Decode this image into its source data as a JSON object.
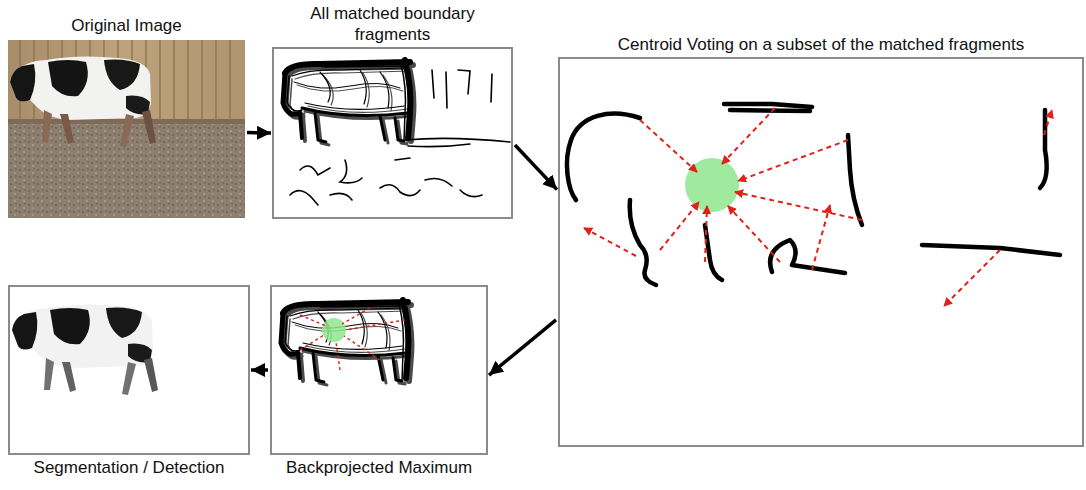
{
  "diagram": {
    "nodes": [
      {
        "text": [
          "Original Image"
        ]
      },
      {
        "text": [
          "All matched boundary fragments"
        ]
      },
      {
        "text": [
          "Centroid Voting on a subset of the matched fragments"
        ]
      },
      {
        "text": [
          "Segmentation / Detection"
        ]
      },
      {
        "text": [
          "Backprojected Maximum"
        ]
      }
    ],
    "edges": [
      {
        "from": 0,
        "to": 1,
        "arrow": "to"
      },
      {
        "from": 1,
        "to": 2,
        "arrow": "to"
      },
      {
        "from": 2,
        "to": 4,
        "arrow": "to"
      },
      {
        "from": 4,
        "to": 3,
        "arrow": "to"
      }
    ]
  }
}
